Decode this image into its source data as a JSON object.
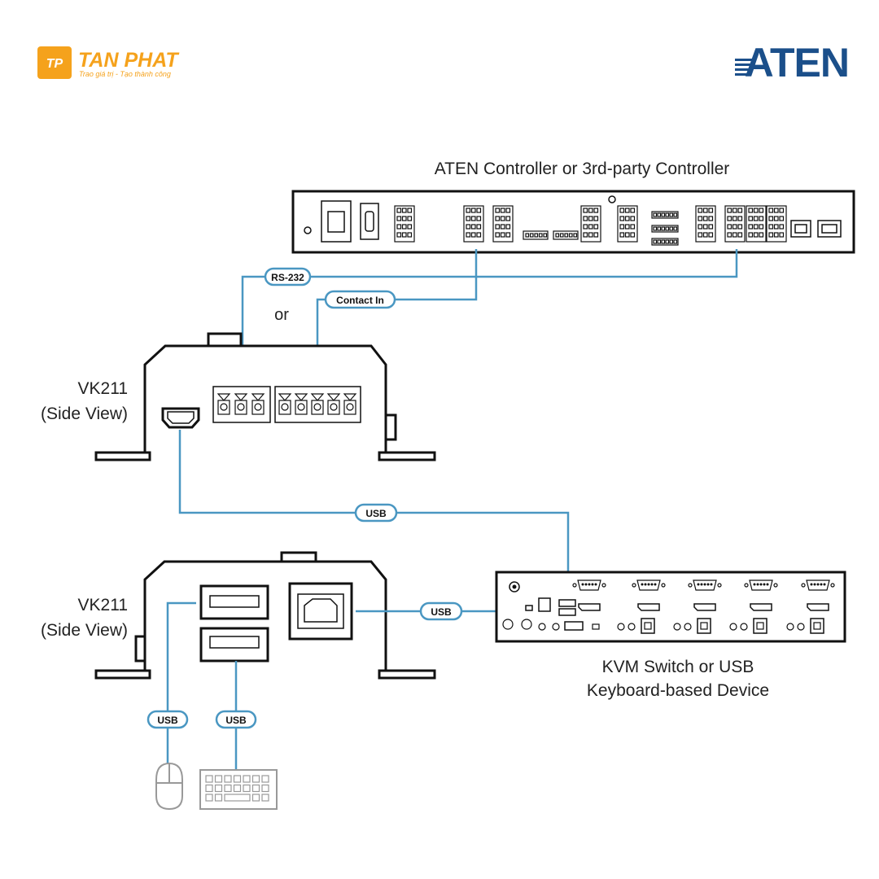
{
  "colors": {
    "cable": "#4a97c2",
    "pill_border": "#4a97c2",
    "logo_orange": "#f5a21c",
    "aten_blue": "#1b4f8a",
    "peripheral_gray": "#9a9a9a"
  },
  "logos": {
    "tanphat_name": "TAN PHAT",
    "tanphat_tagline": "Trao giá trị - Tạo thành công",
    "aten_name": "ATEN"
  },
  "labels": {
    "controller": "ATEN Controller or 3rd-party Controller",
    "vk211_top_line1": "VK211",
    "vk211_top_line2": "(Side View)",
    "vk211_bottom_line1": "VK211",
    "vk211_bottom_line2": "(Side View)",
    "kvm_line1": "KVM Switch or USB",
    "kvm_line2": "Keyboard-based Device",
    "or": "or"
  },
  "cables": {
    "rs232": "RS-232",
    "contact_in": "Contact In",
    "usb_top": "USB",
    "usb_kvm": "USB",
    "usb_mouse": "USB",
    "usb_keyboard": "USB"
  },
  "icons": {
    "mouse": "mouse-icon",
    "keyboard": "keyboard-icon"
  }
}
